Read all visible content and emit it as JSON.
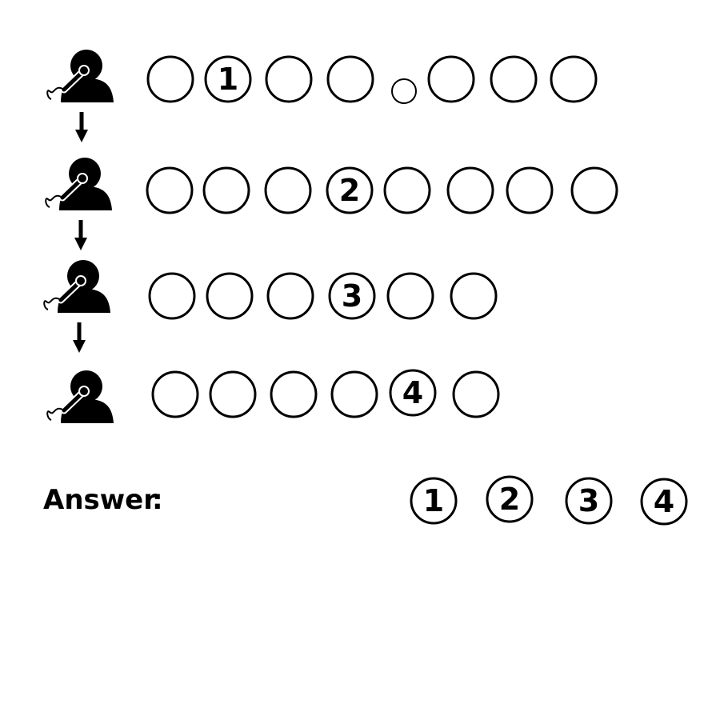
{
  "answer_label": "Answer",
  "answer_colon": ":",
  "rows": [
    {
      "marker": "1"
    },
    {
      "marker": "2"
    },
    {
      "marker": "3"
    },
    {
      "marker": "4"
    }
  ],
  "answer_options": [
    "1",
    "2",
    "3",
    "4"
  ],
  "icons": {
    "speaker": "speaker-with-microphone-icon",
    "arrow": "arrow-down-icon"
  },
  "colors": {
    "ink": "#000000",
    "background": "#ffffff"
  }
}
